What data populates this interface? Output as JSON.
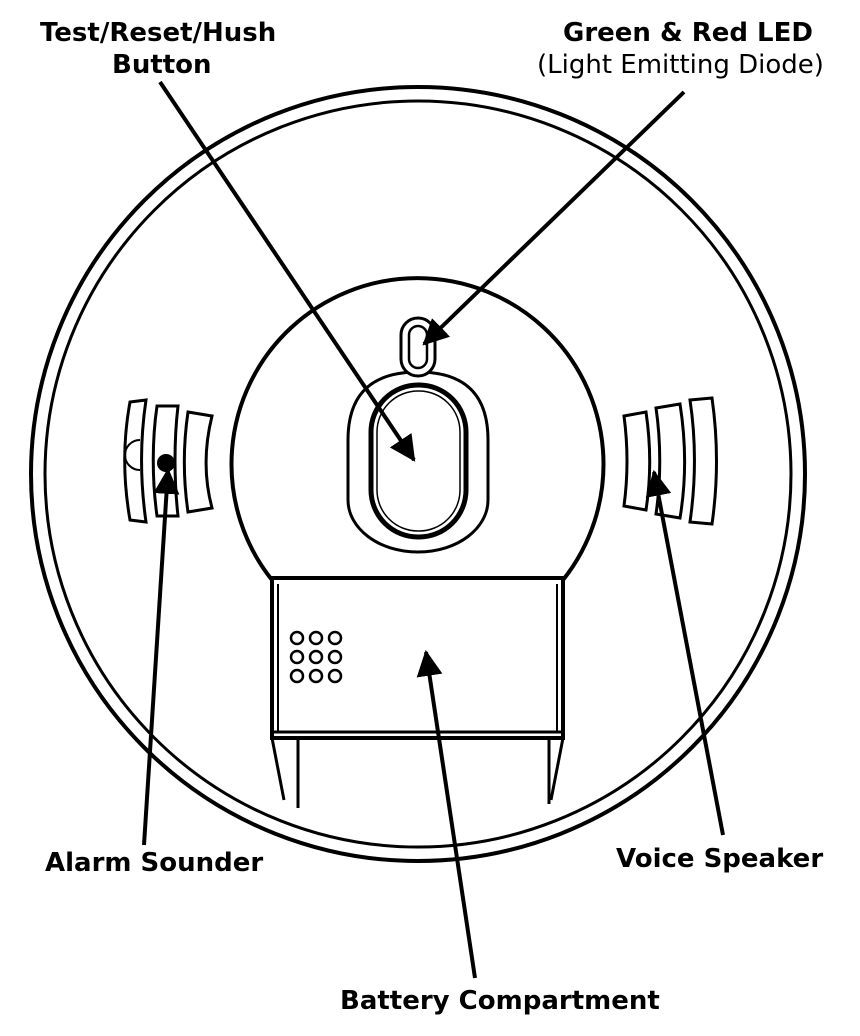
{
  "labels": {
    "test_button_line1": "Test/Reset/Hush",
    "test_button_line2": "Button",
    "led_line1": "Green & Red LED",
    "led_line2": "(Light Emitting Diode)",
    "alarm_sounder": "Alarm Sounder",
    "voice_speaker": "Voice Speaker",
    "battery_compartment": "Battery Compartment"
  },
  "colors": {
    "ink": "#000000",
    "paper": "#ffffff"
  }
}
